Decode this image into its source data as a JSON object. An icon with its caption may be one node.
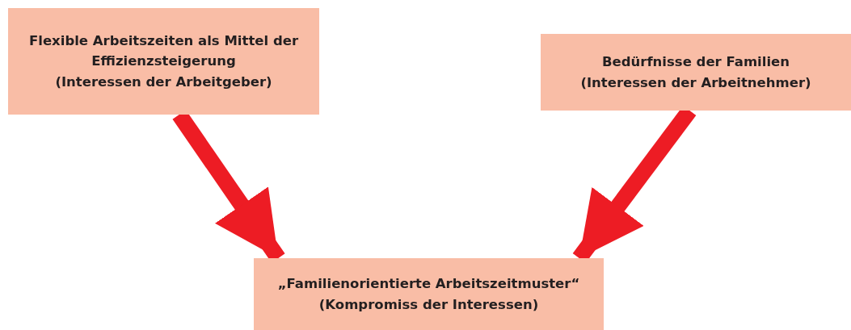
{
  "diagram": {
    "nodes": [
      {
        "text": [
          "Flexible Arbeitszeiten als Mittel der Effizienzsteigerung",
          "(Interessen der Arbeitgeber)"
        ]
      },
      {
        "text": [
          "Bedürfnisse der Familien",
          "(Interessen der Arbeitnehmer)"
        ]
      },
      {
        "text": [
          "„Familienorientierte Arbeitszeitmuster“",
          "(Kompromiss der Interessen)"
        ]
      }
    ],
    "edges": [
      {
        "from": 0,
        "to": 2,
        "arrow": "to"
      },
      {
        "from": 1,
        "to": 2,
        "arrow": "to"
      }
    ]
  }
}
